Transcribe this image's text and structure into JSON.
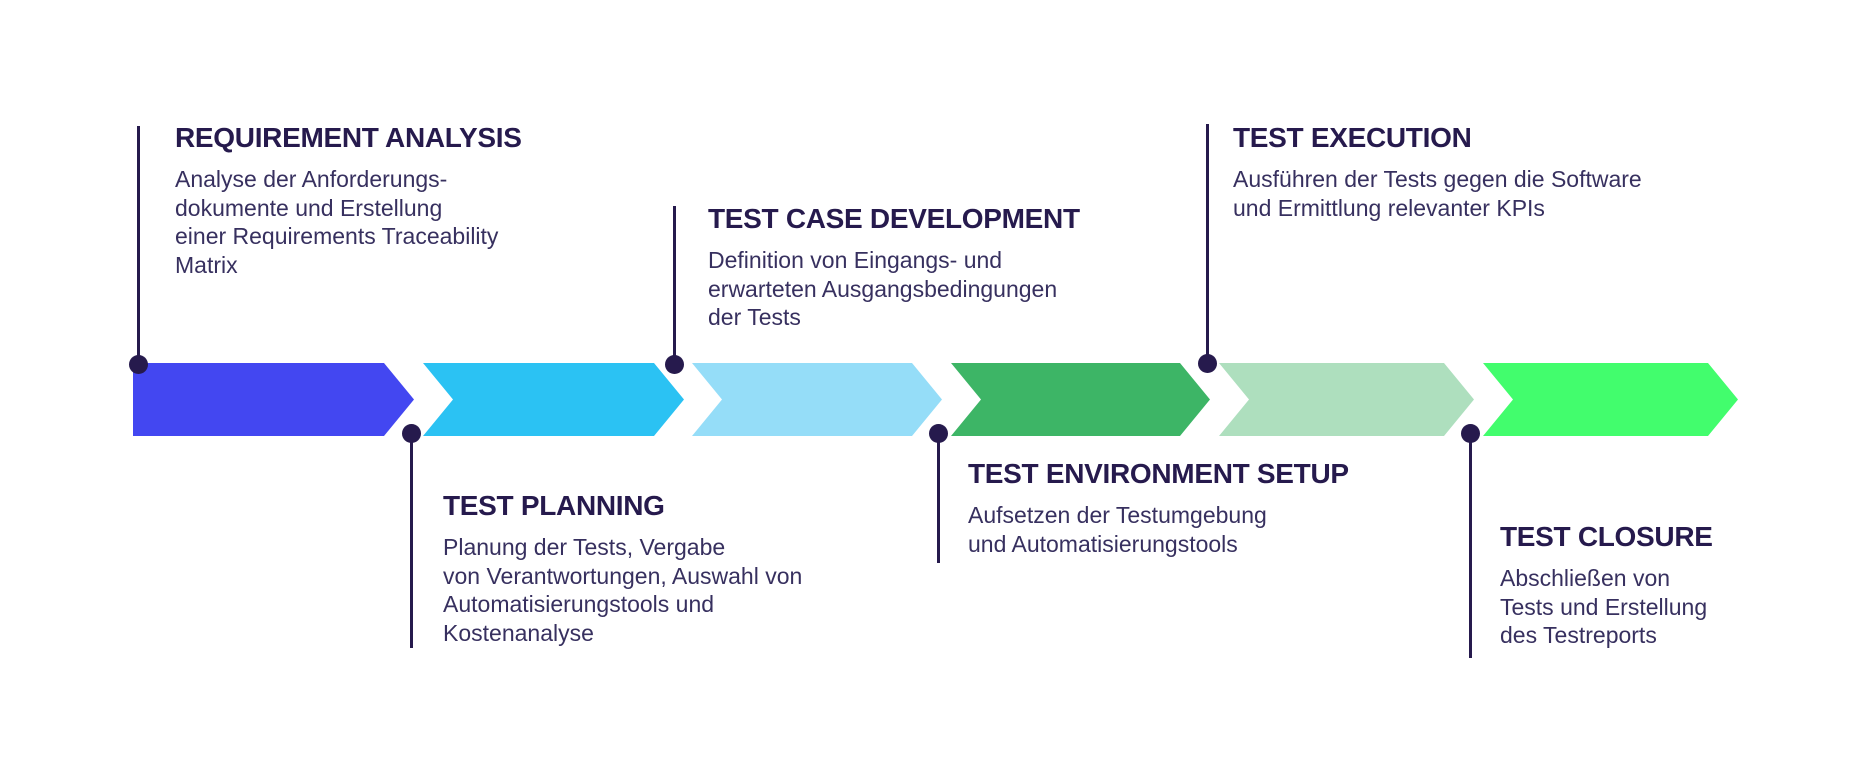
{
  "theme": {
    "background": "#FFFFFF",
    "ink": "#261A4D",
    "body_text": "#37305F"
  },
  "stages": [
    {
      "title": "REQUIREMENT ANALYSIS",
      "description": "Analyse der Anforderungs-\ndokumente und Erstellung\neiner Requirements Traceability\nMatrix",
      "arrow_color": "#4347F1",
      "label_position": "top"
    },
    {
      "title": "TEST PLANNING",
      "description": "Planung der Tests, Vergabe\nvon Verantwortungen, Auswahl von\nAutomatisierungstools und\nKostenanalyse",
      "arrow_color": "#2BC2F3",
      "label_position": "bottom"
    },
    {
      "title": "TEST CASE DEVELOPMENT",
      "description": "Definition von Eingangs- und\nerwarteten Ausgangsbedingungen\nder Tests",
      "arrow_color": "#95DDF8",
      "label_position": "top"
    },
    {
      "title": "TEST ENVIRONMENT SETUP",
      "description": "Aufsetzen der Testumgebung\nund Automatisierungstools",
      "arrow_color": "#3DB566",
      "label_position": "bottom"
    },
    {
      "title": "TEST EXECUTION",
      "description": "Ausführen der Tests gegen die Software\nund Ermittlung relevanter KPIs",
      "arrow_color": "#AEDFBE",
      "label_position": "top"
    },
    {
      "title": "TEST CLOSURE",
      "description": "Abschließen von\nTests und Erstellung\ndes Testreports",
      "arrow_color": "#42FD6D",
      "label_position": "bottom"
    }
  ]
}
